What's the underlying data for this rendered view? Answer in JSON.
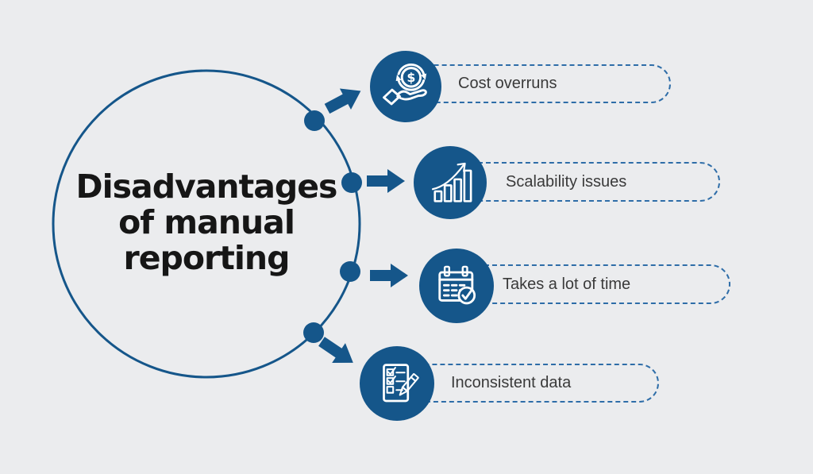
{
  "title": "Disadvantages\nof manual\nreporting",
  "items": [
    {
      "label": "Cost overruns",
      "icon": "money-exchange-hand-icon",
      "symbol": "$"
    },
    {
      "label": "Scalability issues",
      "icon": "growth-chart-icon"
    },
    {
      "label": "Takes a lot of time",
      "icon": "calendar-check-icon"
    },
    {
      "label": "Inconsistent data",
      "icon": "checklist-pencil-icon"
    }
  ],
  "colors": {
    "background": "#EBECEE",
    "accent_blue": "#15568A",
    "dashed_border_blue": "#2E6DA8",
    "title_text": "#161616",
    "label_text": "#3A3A3A",
    "icon_stroke": "#FFFFFF"
  }
}
